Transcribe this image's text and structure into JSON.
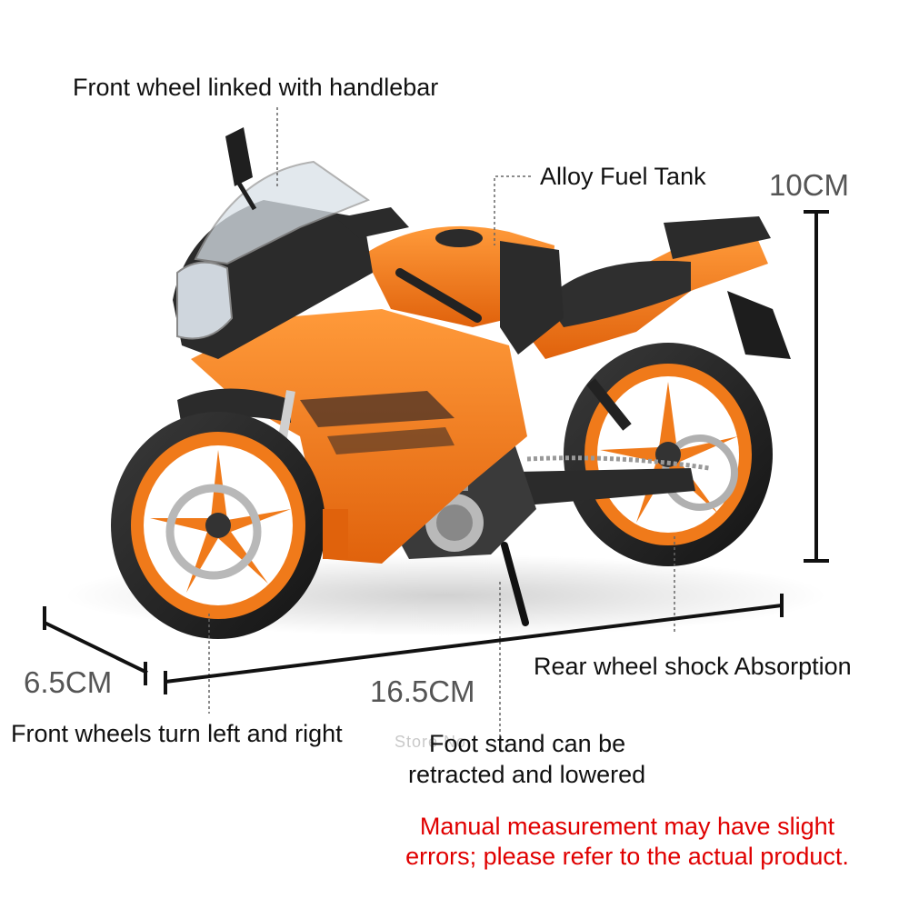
{
  "labels": {
    "front_wheel_handlebar": "Front wheel linked with handlebar",
    "fuel_tank": "Alloy Fuel Tank",
    "rear_shock": "Rear wheel shock Absorption",
    "front_turn": "Front wheels turn left and right",
    "foot_stand_line1": "Foot stand can be",
    "foot_stand_line2": "retracted and lowered"
  },
  "dimensions": {
    "height": "10CM",
    "width": "6.5CM",
    "length": "16.5CM"
  },
  "note": {
    "line1": "Manual measurement may have slight",
    "line2": "errors; please refer to the actual product.",
    "color": "#e00000"
  },
  "watermark": "Store No.",
  "colors": {
    "body_orange": "#f07a1a",
    "dark": "#2b2b2b",
    "dimension_line": "#111111"
  },
  "icons": {
    "product": "motorcycle-model"
  }
}
